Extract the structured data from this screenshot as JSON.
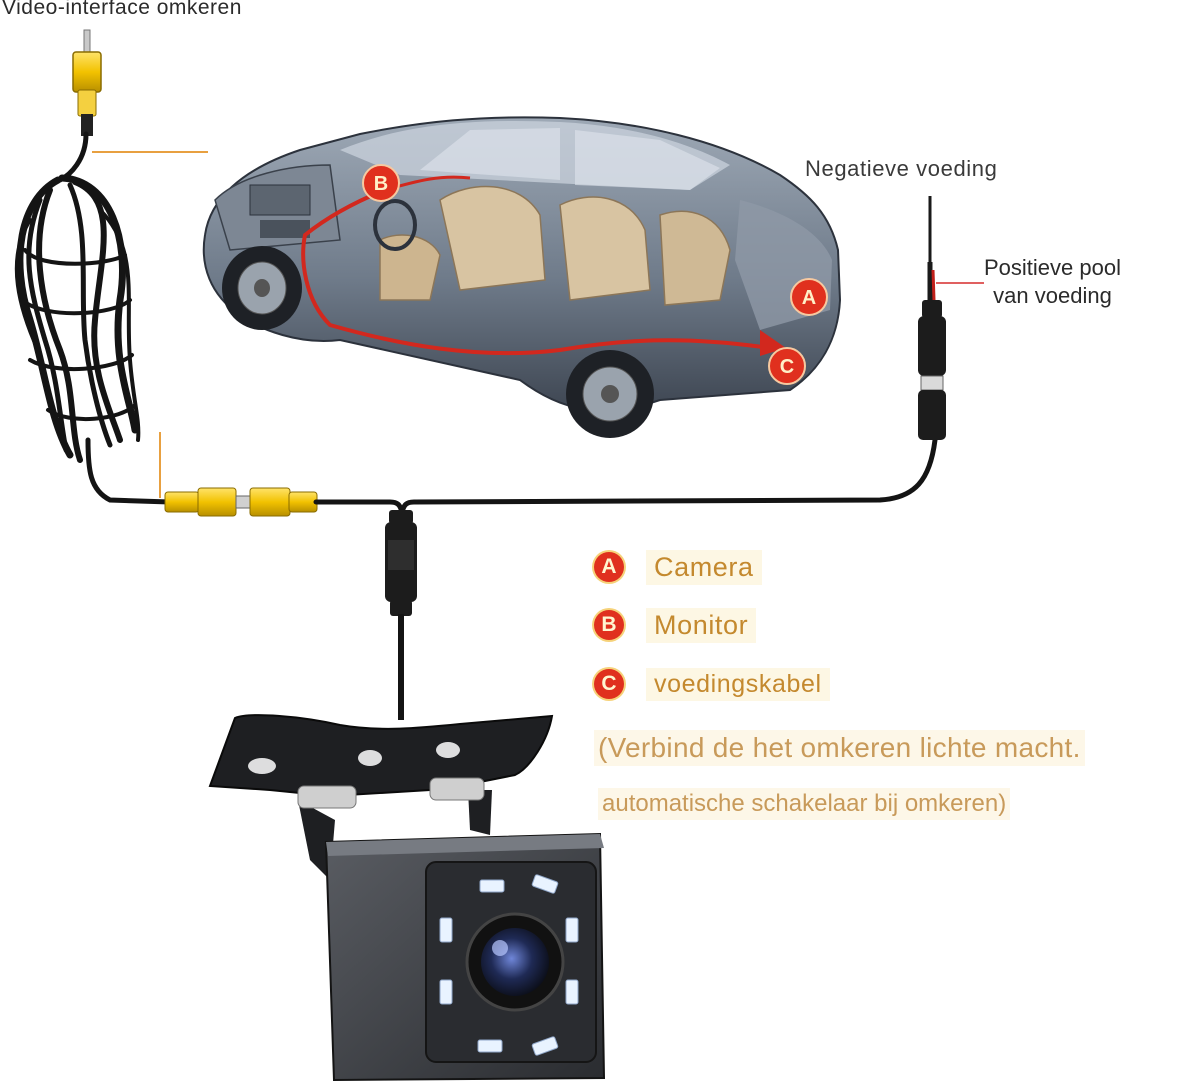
{
  "labels": {
    "video_interface": "Video-interface omkeren",
    "negative_power": "Negatieve voeding",
    "positive_power_line1": "Positieve pool",
    "positive_power_line2": "van voeding"
  },
  "car_markers": {
    "a": "A",
    "b": "B",
    "c": "C"
  },
  "legend": [
    {
      "badge": "A",
      "text": "Camera"
    },
    {
      "badge": "B",
      "text": "Monitor"
    },
    {
      "badge": "C",
      "text": "voedingskabel"
    }
  ],
  "note": {
    "line1": "(Verbind de het omkeren lichte macht.",
    "line2": "automatische schakelaar bij omkeren)"
  },
  "colors": {
    "badge": "#e0301e",
    "cable": "#1a1a1a",
    "connector": "#f2c200",
    "leader": "#e8a040",
    "positive_wire": "#c0201a",
    "legend_text": "#c4892e"
  },
  "icons": {
    "car": "car-cutaway-icon",
    "camera": "rear-camera-icon"
  }
}
